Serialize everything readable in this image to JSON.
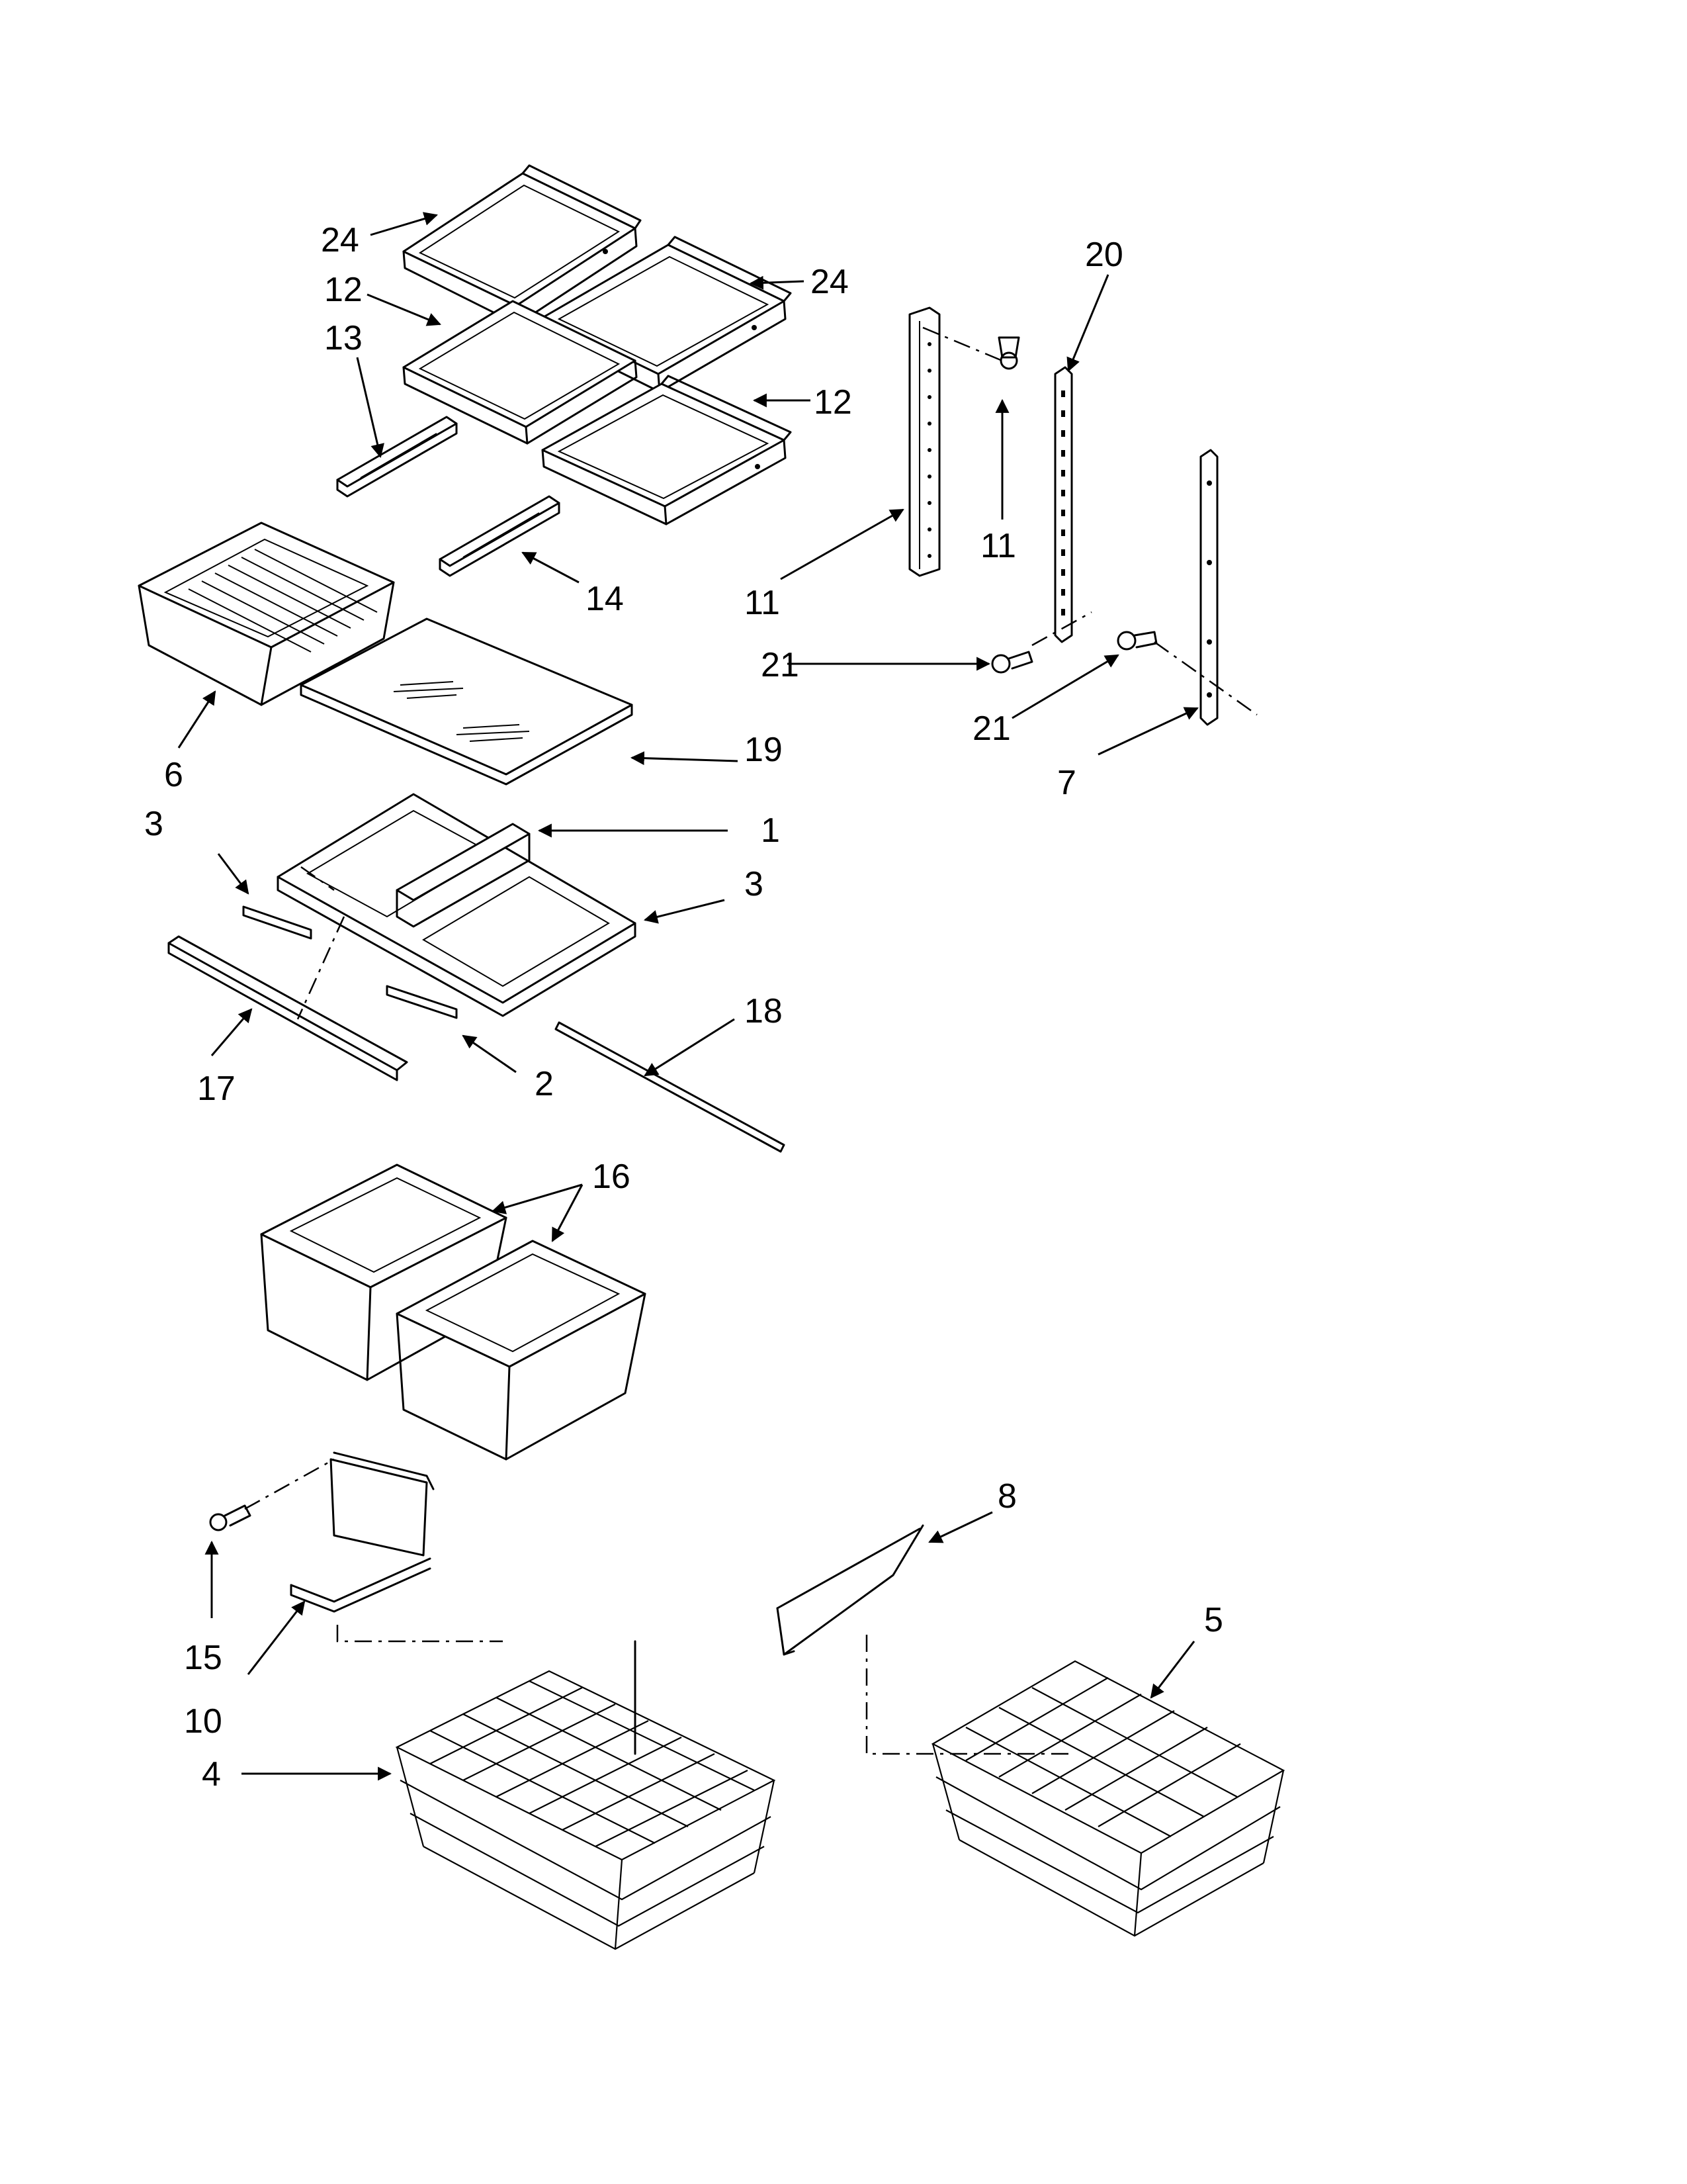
{
  "callouts": [
    {
      "key": "c24a",
      "text": "24"
    },
    {
      "key": "c24b",
      "text": "24"
    },
    {
      "key": "c12a",
      "text": "12"
    },
    {
      "key": "c12b",
      "text": "12"
    },
    {
      "key": "c13",
      "text": "13"
    },
    {
      "key": "c14",
      "text": "14"
    },
    {
      "key": "c6",
      "text": "6"
    },
    {
      "key": "c19",
      "text": "19"
    },
    {
      "key": "c1",
      "text": "1"
    },
    {
      "key": "c3a",
      "text": "3"
    },
    {
      "key": "c3b",
      "text": "3"
    },
    {
      "key": "c18",
      "text": "18"
    },
    {
      "key": "c17",
      "text": "17"
    },
    {
      "key": "c2",
      "text": "2"
    },
    {
      "key": "c16",
      "text": "16"
    },
    {
      "key": "c20",
      "text": "20"
    },
    {
      "key": "c11a",
      "text": "11"
    },
    {
      "key": "c11b",
      "text": "11"
    },
    {
      "key": "c21a",
      "text": "21"
    },
    {
      "key": "c21b",
      "text": "21"
    },
    {
      "key": "c7",
      "text": "7"
    },
    {
      "key": "c8",
      "text": "8"
    },
    {
      "key": "c5",
      "text": "5"
    },
    {
      "key": "c15",
      "text": "15"
    },
    {
      "key": "c10",
      "text": "10"
    },
    {
      "key": "c4",
      "text": "4"
    }
  ]
}
